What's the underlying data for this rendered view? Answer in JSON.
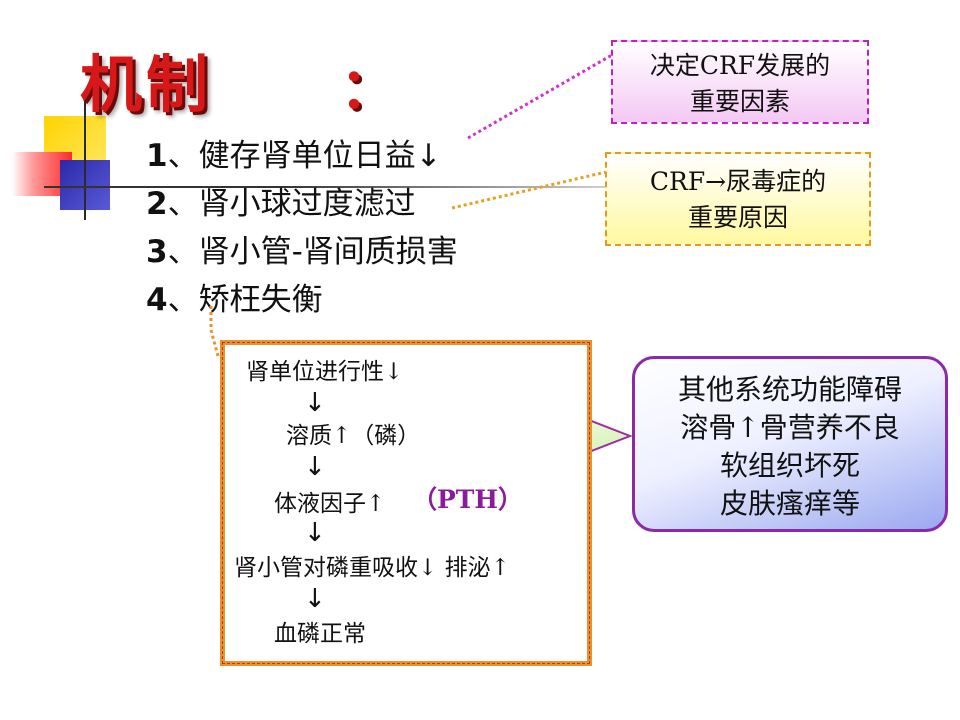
{
  "slide": {
    "title": "机制",
    "title_colon": "：",
    "items": [
      {
        "num": "1",
        "text": "、健存肾单位日益↓"
      },
      {
        "num": "2",
        "text": "、肾小球过度滤过"
      },
      {
        "num": "3",
        "text": "、肾小管-肾间质损害"
      },
      {
        "num": "4",
        "text": "、矫枉失衡"
      }
    ],
    "callout_pink": {
      "line1": "决定CRF发展的",
      "line2": "重要因素"
    },
    "callout_yellow": {
      "line1": "CRF→尿毒症的",
      "line2": "重要原因"
    },
    "flow": {
      "step1": "肾单位进行性↓",
      "arrow": "↓",
      "step2": "溶质↑（磷）",
      "step3": "体液因子↑",
      "pth": "（PTH）",
      "step4": "肾小管对磷重吸收↓ 排泌↑",
      "step5": "血磷正常"
    },
    "other": {
      "line1": "其他系统功能障碍",
      "line2": "溶骨↑骨营养不良",
      "line3": "软组织坏死",
      "line4": "皮肤瘙痒等"
    }
  }
}
